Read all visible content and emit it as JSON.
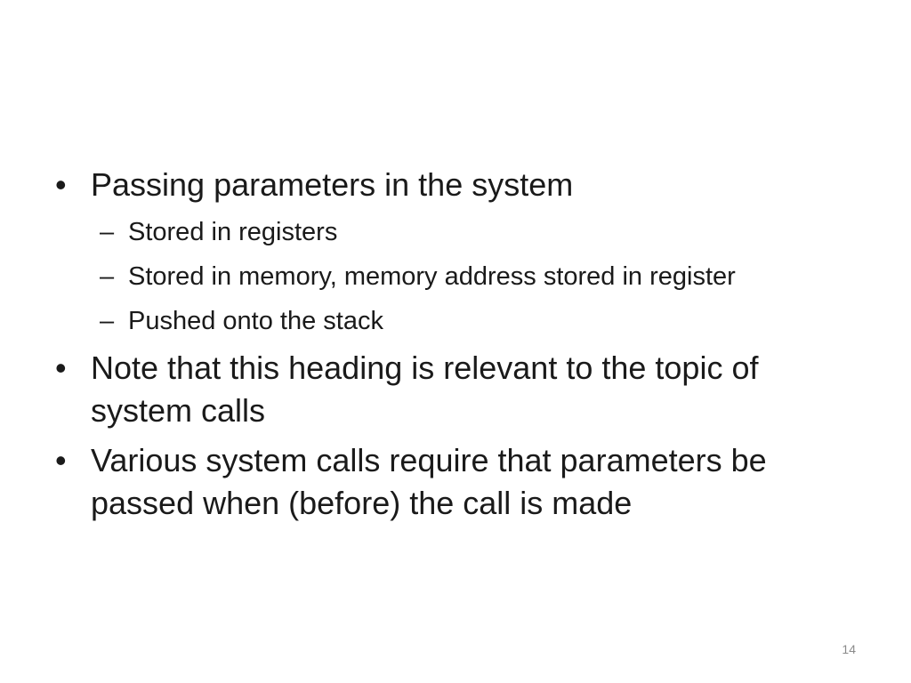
{
  "slide": {
    "bullets": [
      {
        "text": "Passing parameters in the system",
        "subitems": [
          "Stored in registers",
          "Stored in memory, memory address stored in register",
          "Pushed onto the stack"
        ]
      },
      {
        "text": "Note that this heading is relevant to the topic of system calls"
      },
      {
        "text": "Various system calls require that parameters be passed when (before) the call is made"
      }
    ],
    "bullet_marker": "•",
    "sub_marker": "–",
    "slide_number": "14"
  }
}
